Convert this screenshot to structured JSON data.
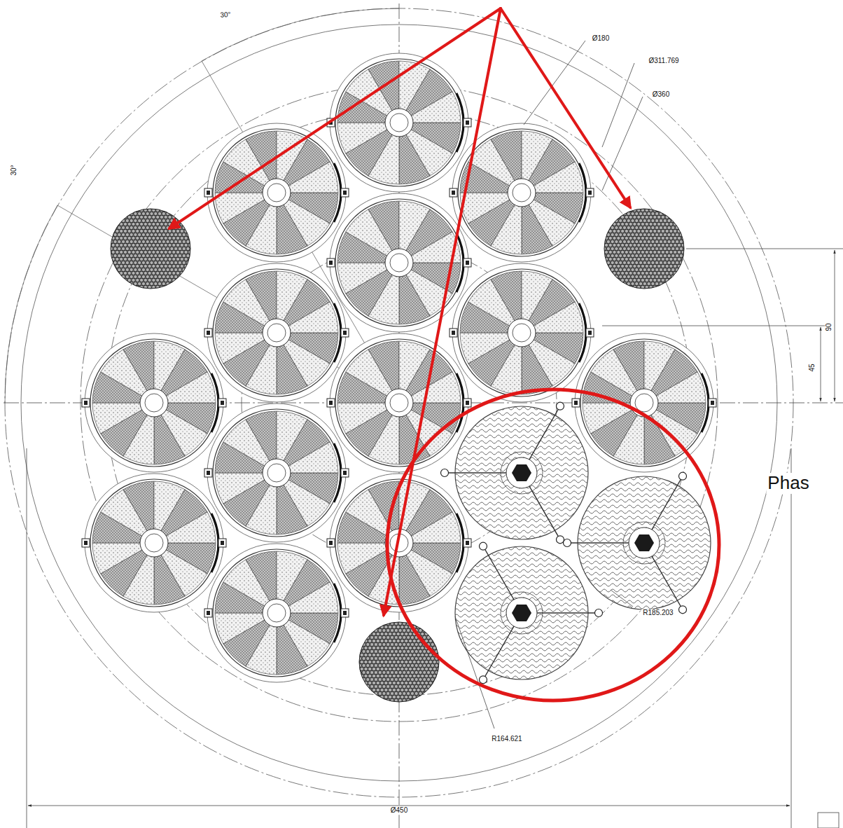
{
  "diagram": {
    "labels": [
      "30°",
      "Ø180",
      "Ø311.769",
      "Ø360",
      "30°",
      "90",
      "45",
      "Phas",
      "R185.203",
      "R164.621",
      "Ø450"
    ]
  }
}
